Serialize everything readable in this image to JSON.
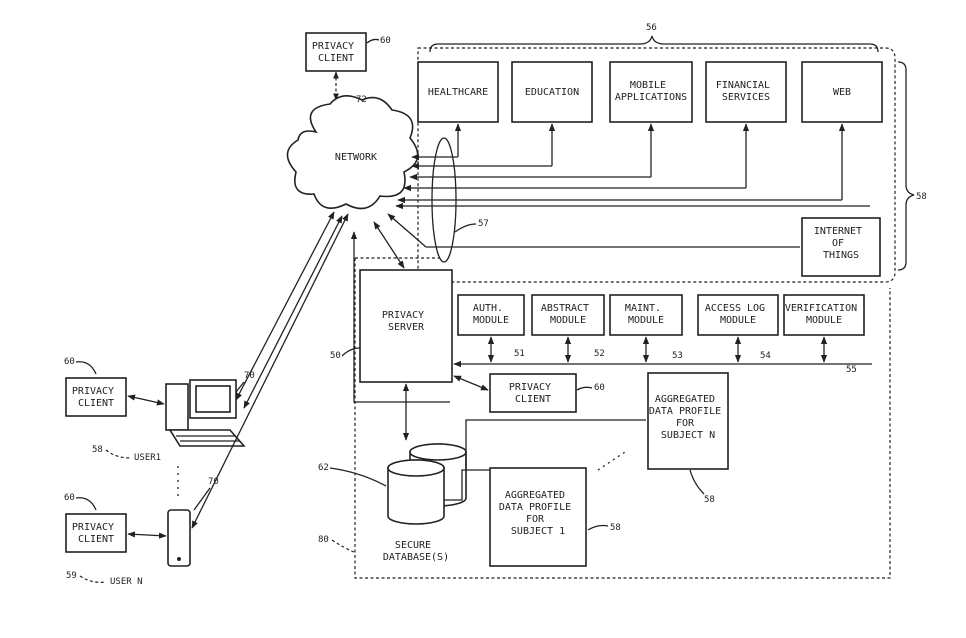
{
  "boxes": {
    "privacy_client_top": [
      "PRIVACY",
      "CLIENT"
    ],
    "healthcare": [
      "HEALTHCARE"
    ],
    "education": [
      "EDUCATION"
    ],
    "mobile_applications": [
      "MOBILE",
      "APPLICATIONS"
    ],
    "financial_services": [
      "FINANCIAL",
      "SERVICES"
    ],
    "web": [
      "WEB"
    ],
    "internet_of_things": [
      "INTERNET",
      "OF",
      "THINGS"
    ],
    "network": [
      "NETWORK"
    ],
    "privacy_server": [
      "PRIVACY",
      "SERVER"
    ],
    "auth_module": [
      "AUTH.",
      "MODULE"
    ],
    "abstract_module": [
      "ABSTRACT",
      "MODULE"
    ],
    "maint_module": [
      "MAINT.",
      "MODULE"
    ],
    "access_log_module": [
      "ACCESS LOG",
      "MODULE"
    ],
    "verification_module": [
      "VERIFICATION",
      "MODULE"
    ],
    "privacy_client_mid": [
      "PRIVACY",
      "CLIENT"
    ],
    "profile_n": [
      "AGGREGATED",
      "DATA PROFILE",
      "FOR",
      "SUBJECT N"
    ],
    "profile_1": [
      "AGGREGATED",
      "DATA PROFILE",
      "FOR",
      "SUBJECT 1"
    ],
    "secure_db": [
      "SECURE",
      "DATABASE(S)"
    ],
    "privacy_client_left": [
      "PRIVACY",
      "CLIENT"
    ],
    "privacy_client_bottom": [
      "PRIVACY",
      "CLIENT"
    ]
  },
  "users": {
    "user1": "USER1",
    "usern": "USER N"
  },
  "refs": {
    "pc_top": "60",
    "apps_top": "56",
    "apps_right": "58",
    "network": "72",
    "bus": "57",
    "server": "50",
    "auth": "51",
    "abstract": "52",
    "maint": "53",
    "access": "54",
    "verify": "55",
    "pc_mid": "60",
    "profile_n": "58",
    "db": "62",
    "profile_1": "58",
    "system": "80",
    "pc_left": "60",
    "computer": "70",
    "user1": "58",
    "phone": "70",
    "pc_bottom": "60",
    "usern": "59"
  }
}
